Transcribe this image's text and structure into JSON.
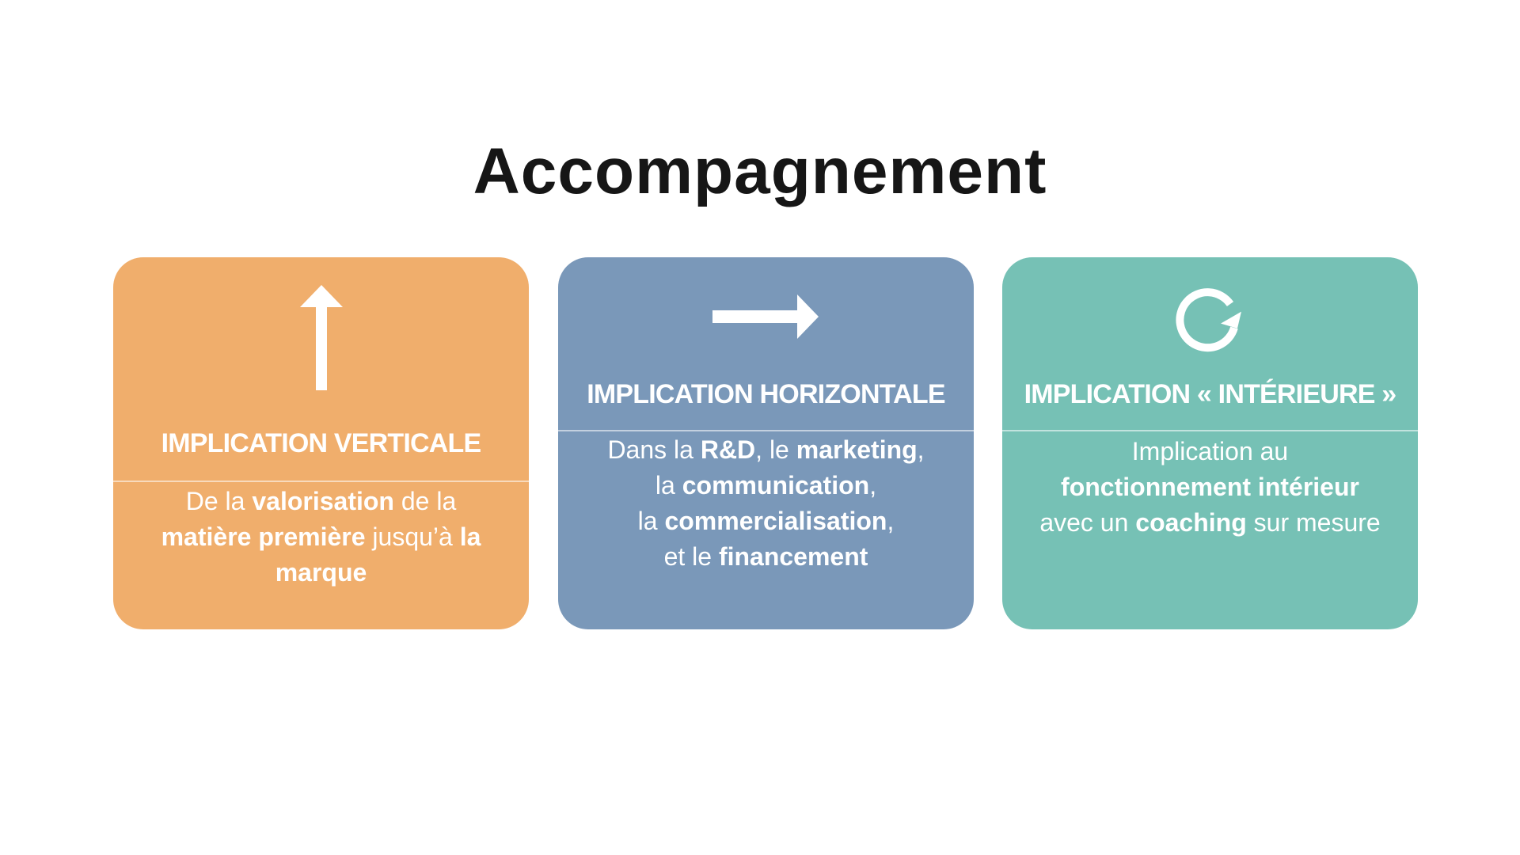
{
  "title": "Accompagnement",
  "colors": {
    "orange": "#F0AE6C",
    "blue": "#7A98B9",
    "teal": "#76C1B5",
    "title": "#161616"
  },
  "cards": [
    {
      "icon": "arrow-up-icon",
      "heading": "IMPLICATION VERTICALE",
      "lines": [
        [
          {
            "t": "De la ",
            "b": false
          },
          {
            "t": "valorisation",
            "b": true
          },
          {
            "t": " de la",
            "b": false
          }
        ],
        [
          {
            "t": "matière première",
            "b": true
          },
          {
            "t": " jusqu’à ",
            "b": false
          },
          {
            "t": "la",
            "b": true
          }
        ],
        [
          {
            "t": "marque",
            "b": true
          }
        ]
      ]
    },
    {
      "icon": "arrow-right-icon",
      "heading": "IMPLICATION HORIZONTALE",
      "lines": [
        [
          {
            "t": "Dans la ",
            "b": false
          },
          {
            "t": "R&D",
            "b": true
          },
          {
            "t": ", le ",
            "b": false
          },
          {
            "t": "marketing",
            "b": true
          },
          {
            "t": ",",
            "b": false
          }
        ],
        [
          {
            "t": "la ",
            "b": false
          },
          {
            "t": "communication",
            "b": true
          },
          {
            "t": ",",
            "b": false
          }
        ],
        [
          {
            "t": "la ",
            "b": false
          },
          {
            "t": "commercialisation",
            "b": true
          },
          {
            "t": ",",
            "b": false
          }
        ],
        [
          {
            "t": "et le ",
            "b": false
          },
          {
            "t": "financement",
            "b": true
          }
        ]
      ]
    },
    {
      "icon": "refresh-icon",
      "heading": "IMPLICATION « INTÉRIEURE »",
      "lines": [
        [
          {
            "t": "Implication au",
            "b": false
          }
        ],
        [
          {
            "t": "fonctionnement intérieur",
            "b": true
          }
        ],
        [
          {
            "t": "avec un ",
            "b": false
          },
          {
            "t": "coaching",
            "b": true
          },
          {
            "t": " sur mesure",
            "b": false
          }
        ]
      ]
    }
  ]
}
